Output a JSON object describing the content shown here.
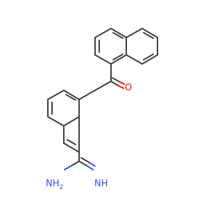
{
  "molecule": {
    "atom_labels": {
      "oxygen": "O",
      "amine_nitrogen": "NH",
      "amine_subscript": "2",
      "imine_nitrogen": "NH"
    },
    "colors": {
      "bond": "#3c3c3c",
      "oxygen": "#ff0d0d",
      "nitrogen": "#3050f8",
      "background": "#ffffff"
    }
  }
}
